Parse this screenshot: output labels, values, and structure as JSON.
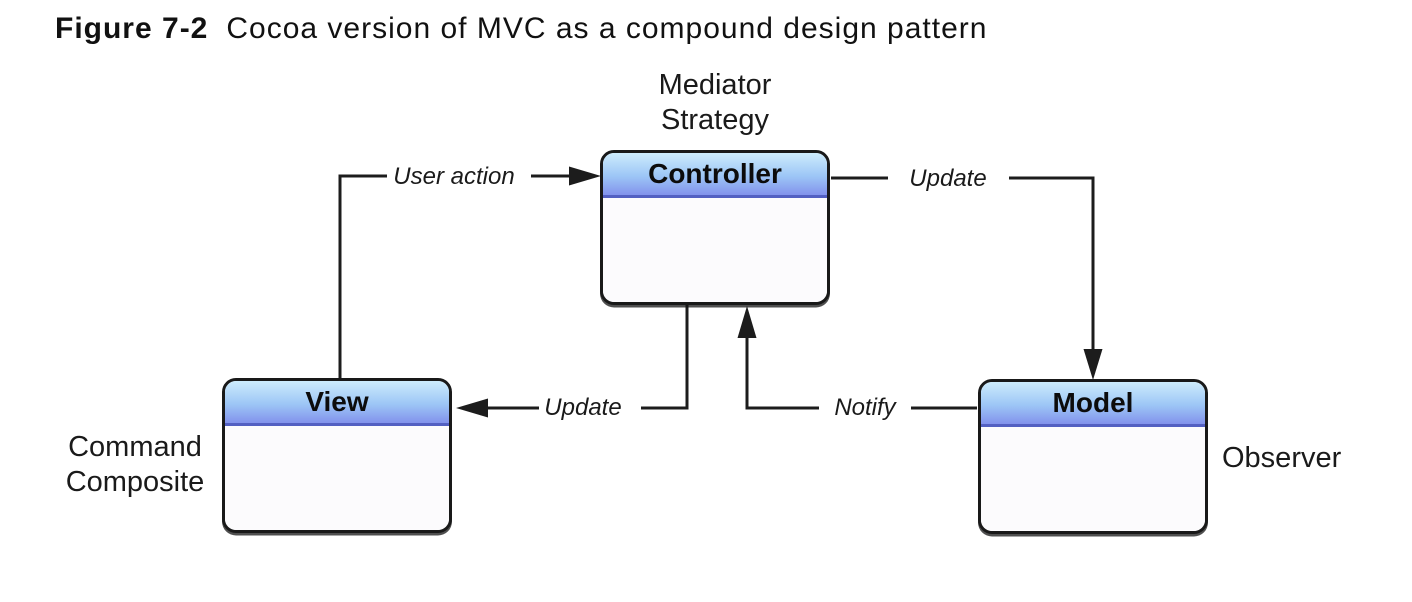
{
  "figure": {
    "label": "Figure 7-2",
    "caption": "Cocoa version of MVC as a compound design pattern"
  },
  "nodes": {
    "controller": {
      "title": "Controller",
      "pattern_line1": "Mediator",
      "pattern_line2": "Strategy"
    },
    "view": {
      "title": "View",
      "pattern_line1": "Command",
      "pattern_line2": "Composite"
    },
    "model": {
      "title": "Model",
      "pattern": "Observer"
    }
  },
  "edges": {
    "user_action": {
      "label": "User action",
      "from": "view",
      "to": "controller"
    },
    "update_model": {
      "label": "Update",
      "from": "controller",
      "to": "model"
    },
    "update_view": {
      "label": "Update",
      "from": "controller",
      "to": "view"
    },
    "notify": {
      "label": "Notify",
      "from": "model",
      "to": "controller"
    }
  },
  "colors": {
    "header_gradient_top": "#cdecfc",
    "header_gradient_bottom": "#8292ec",
    "header_underline": "#5360c2",
    "box_border": "#191919",
    "box_body": "#fcfbfd",
    "connector_line": "#1c1c1c",
    "text": "#1a1a1a"
  }
}
